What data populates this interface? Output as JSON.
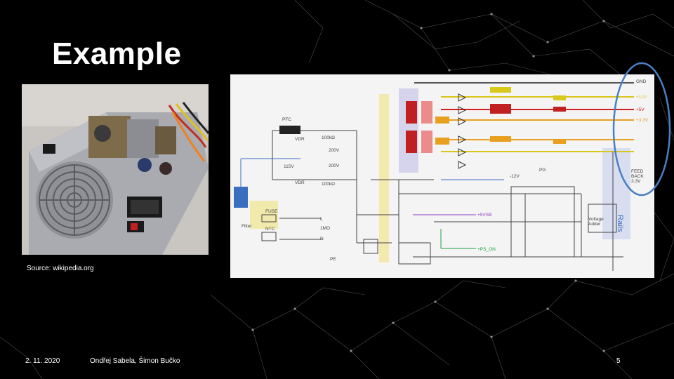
{
  "slide": {
    "title": "Example",
    "source": "Source: wikipedia.org",
    "date": "2. 11. 2020",
    "authors": "Ondřej Sabela, Šimon Bučko",
    "page_number": "5"
  },
  "colors": {
    "background": "#000000",
    "circuit_bg": "#f4f4f4",
    "highlight_ring": "#4a7fc4"
  },
  "circuit": {
    "labels": {
      "pfc": "PFC",
      "vdr_top": "VDR",
      "vdr_bottom": "VDR",
      "r_100k_top": "100kΩ",
      "r_100k_bottom": "100kΩ",
      "v200_top": "200V",
      "v200_bottom": "200V",
      "v115": "115V",
      "fuse": "FUSE",
      "ntc": "NTC",
      "filter": "Filter",
      "line_l": "L",
      "r_1mo": "1MO",
      "line_n": "N",
      "pe": "PE",
      "v5vsb": "+5VSB",
      "ps_on": "+PS_ON",
      "pg": "PG",
      "minus12_mid": "-12V",
      "voltage_adder": "Voltage\nAdder",
      "feedback": "FEED\nBACK\n3.3V",
      "rails": "Rails",
      "gnd": "GND",
      "rail_12": "+12V",
      "rail_5": "+5V",
      "rail_33": "+3.3V"
    }
  }
}
